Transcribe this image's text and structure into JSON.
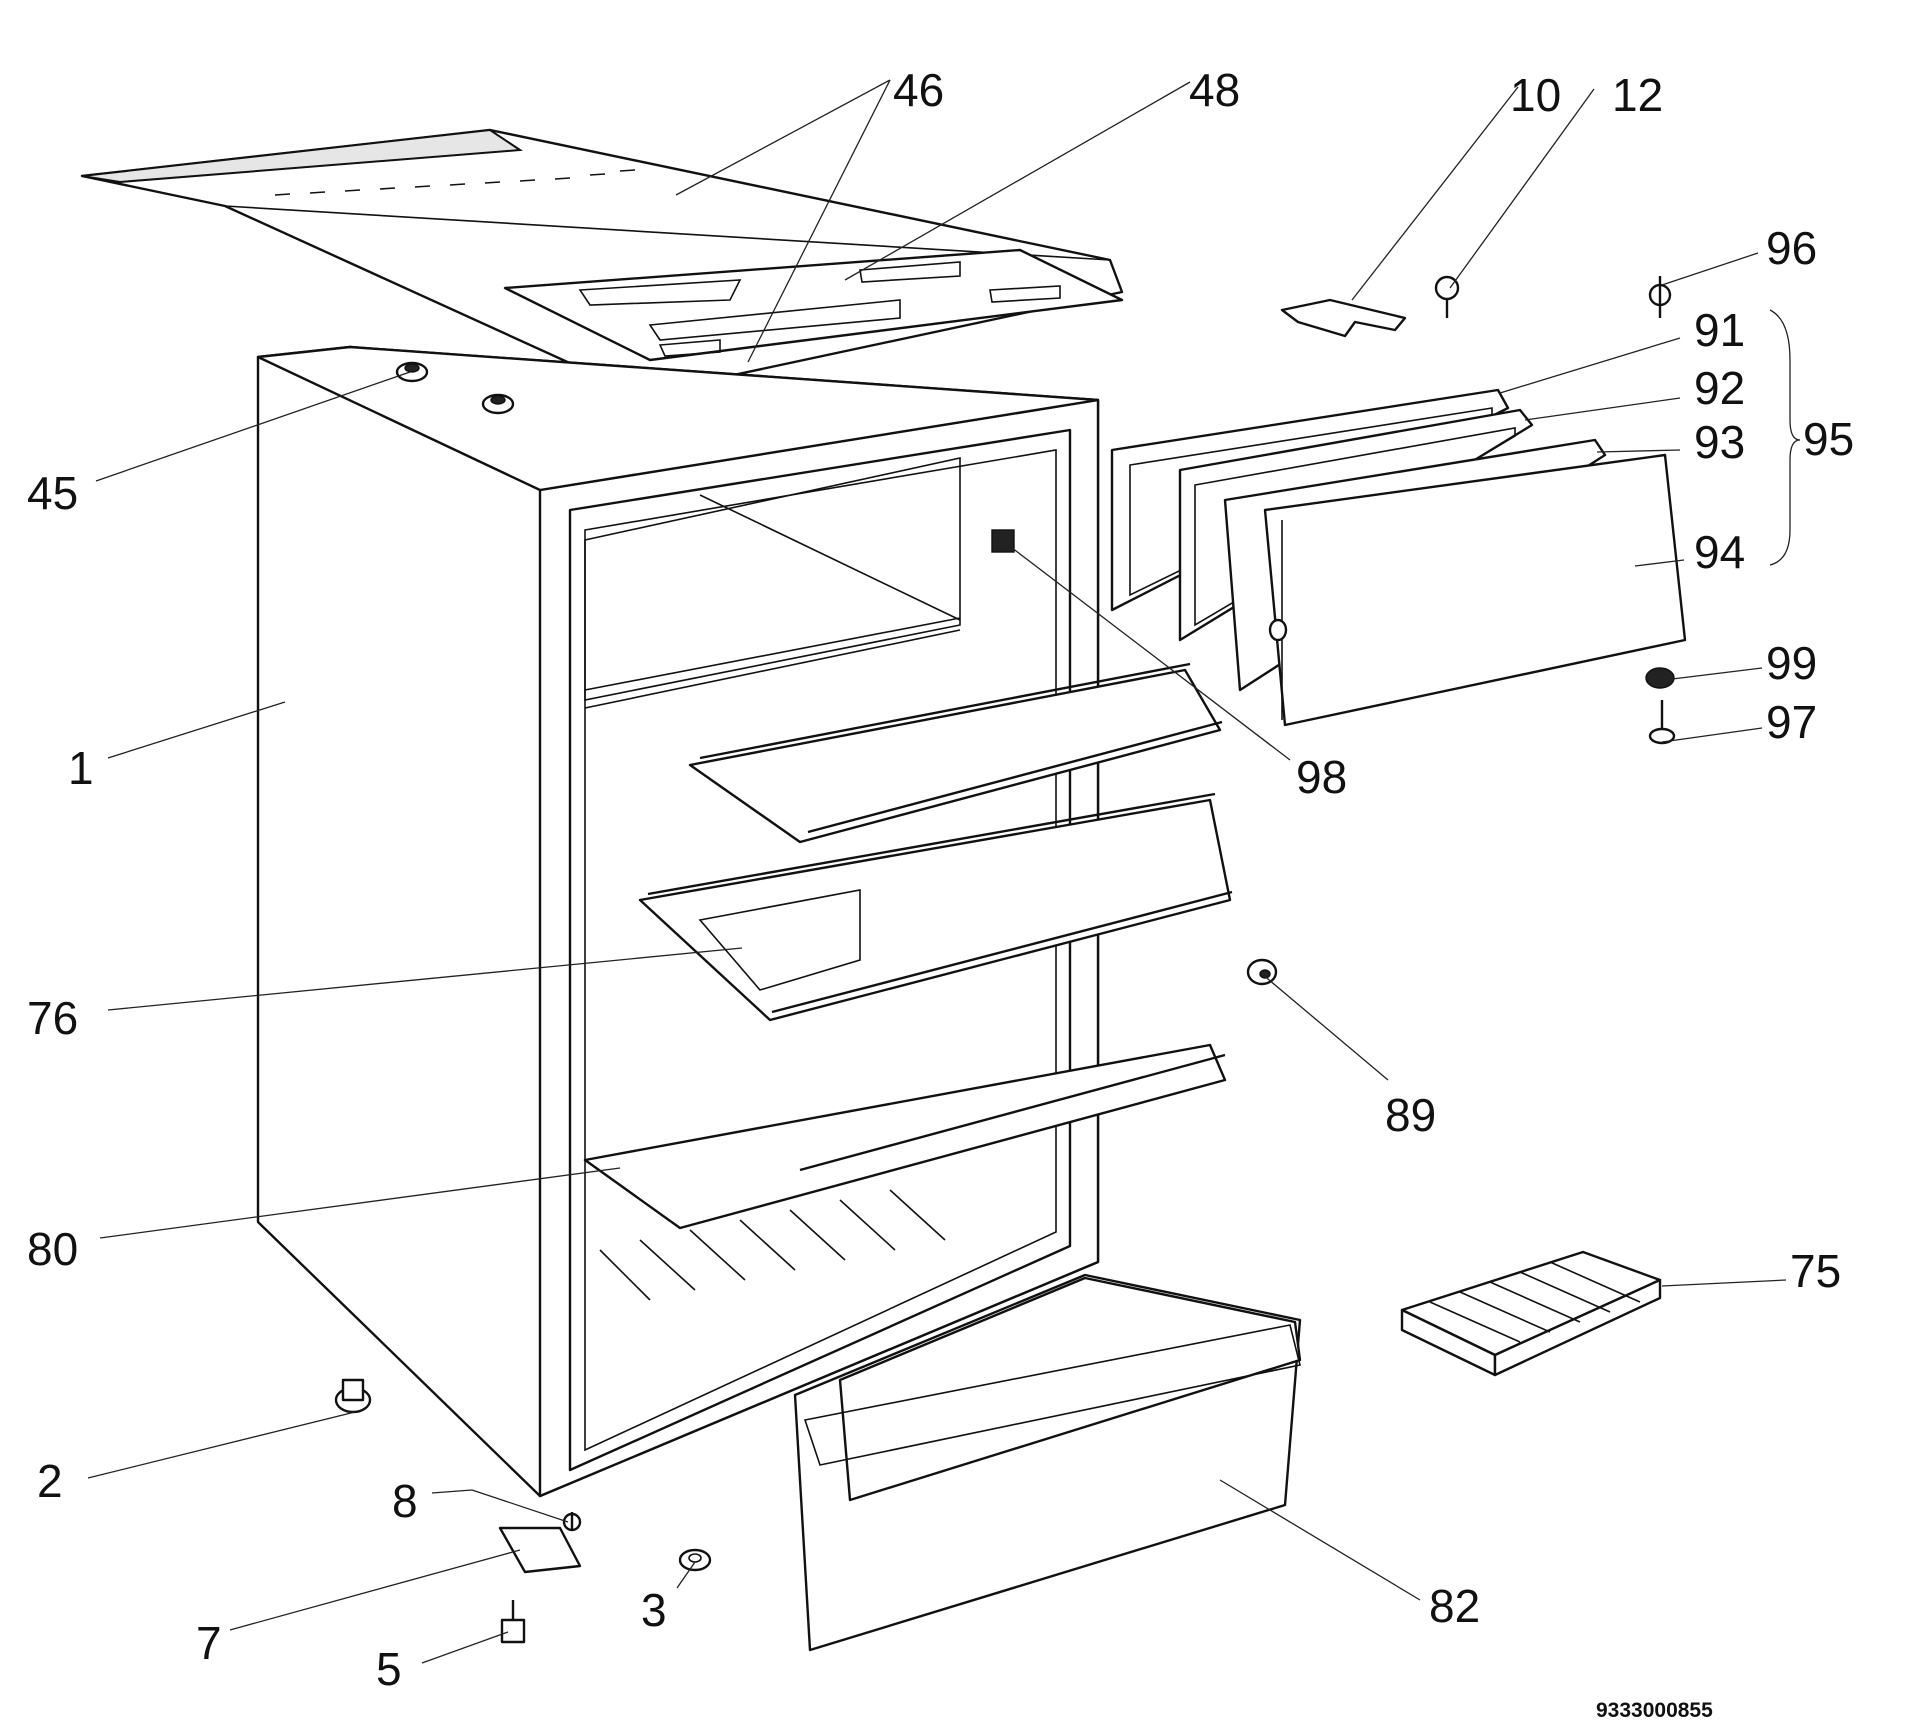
{
  "diagram": {
    "labels": [
      "1",
      "2",
      "3",
      "5",
      "7",
      "8",
      "10",
      "12",
      "45",
      "46",
      "48",
      "75",
      "76",
      "80",
      "82",
      "89",
      "91",
      "92",
      "93",
      "94",
      "95",
      "96",
      "97",
      "98",
      "99"
    ],
    "part_code": "9333000855"
  }
}
